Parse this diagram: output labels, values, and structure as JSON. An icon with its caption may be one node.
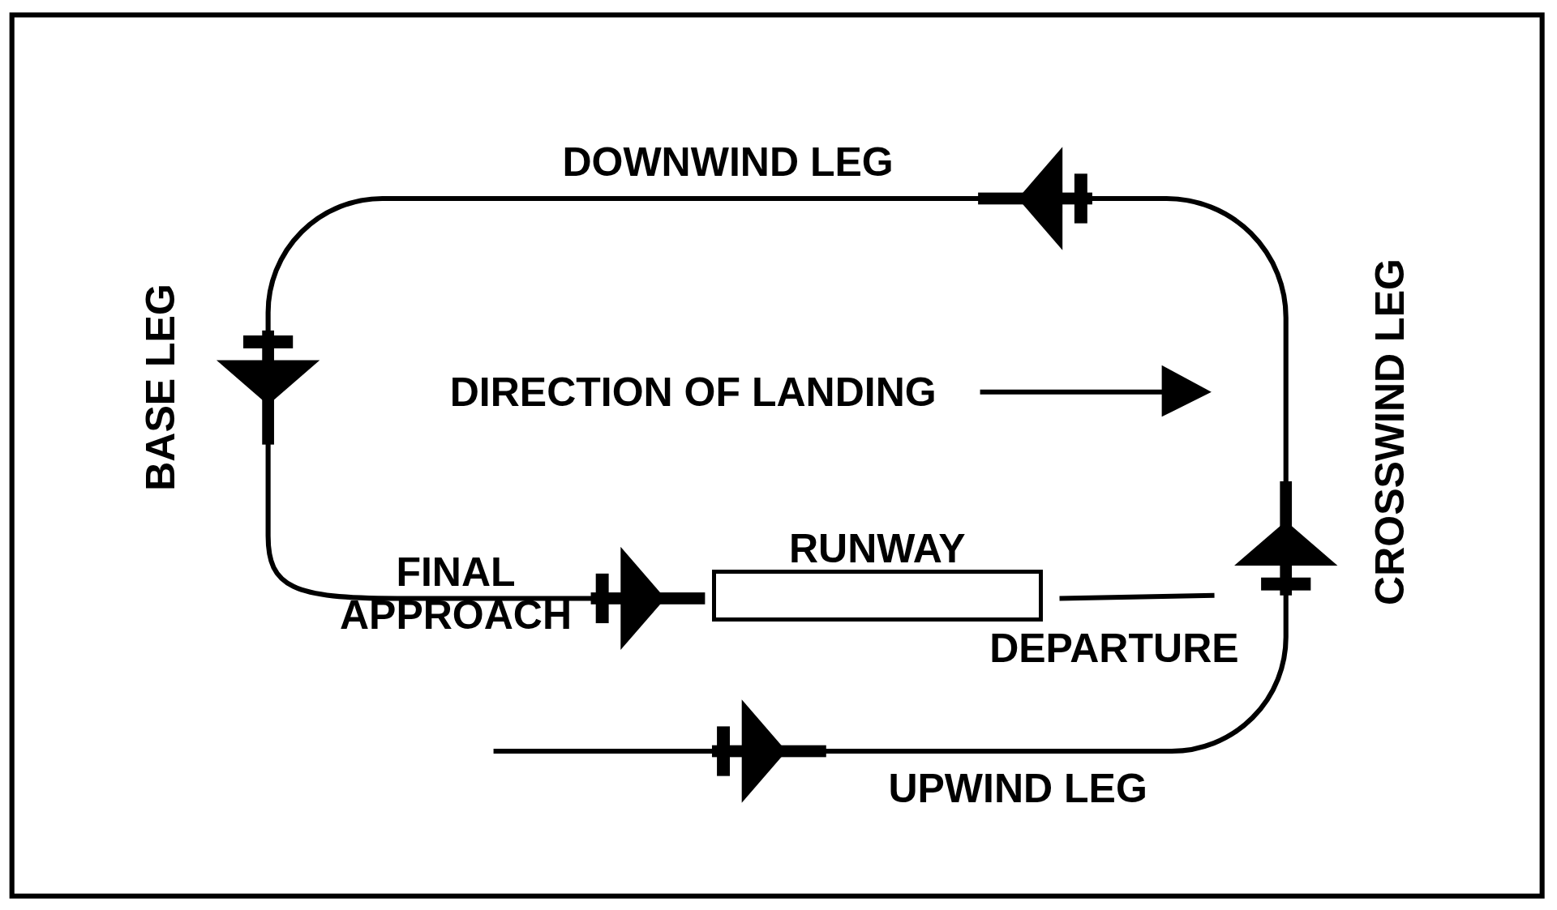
{
  "diagram": {
    "nodes": [
      {
        "text": [
          "RUNWAY"
        ]
      }
    ],
    "labels": [
      "DOWNWIND LEG",
      "BASE LEG",
      "DIRECTION OF LANDING",
      "CROSSWIND LEG",
      "FINAL APPROACH",
      "DEPARTURE",
      "UPWIND LEG"
    ]
  }
}
